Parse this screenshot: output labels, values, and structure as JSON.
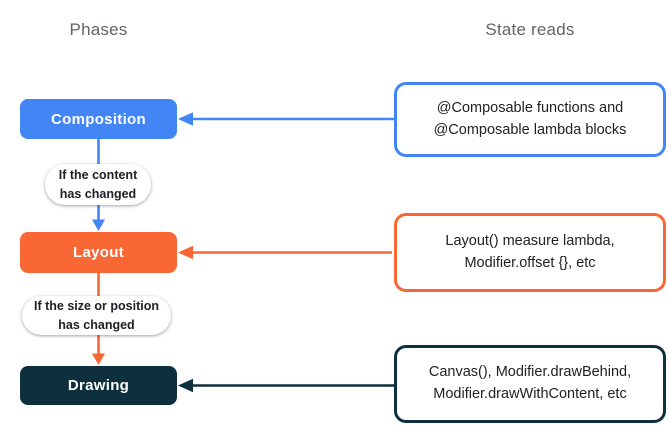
{
  "headings": {
    "phases": "Phases",
    "state_reads": "State reads"
  },
  "colors": {
    "composition": "#4285F4",
    "layout": "#F86734",
    "drawing": "#0D2F3E",
    "text": "#202124",
    "heading": "#5F6368"
  },
  "phases": [
    {
      "label": "Composition"
    },
    {
      "label": "Layout"
    },
    {
      "label": "Drawing"
    }
  ],
  "conditions": [
    {
      "line1": "If the content",
      "line2": "has changed"
    },
    {
      "line1": "If the size or position",
      "line2": "has changed"
    }
  ],
  "state_reads": [
    {
      "line1": "@Composable functions and",
      "line2": "@Composable lambda blocks"
    },
    {
      "line1": "Layout() measure lambda,",
      "line2": "Modifier.offset {}, etc"
    },
    {
      "line1": "Canvas(), Modifier.drawBehind,",
      "line2": "Modifier.drawWithContent, etc"
    }
  ]
}
